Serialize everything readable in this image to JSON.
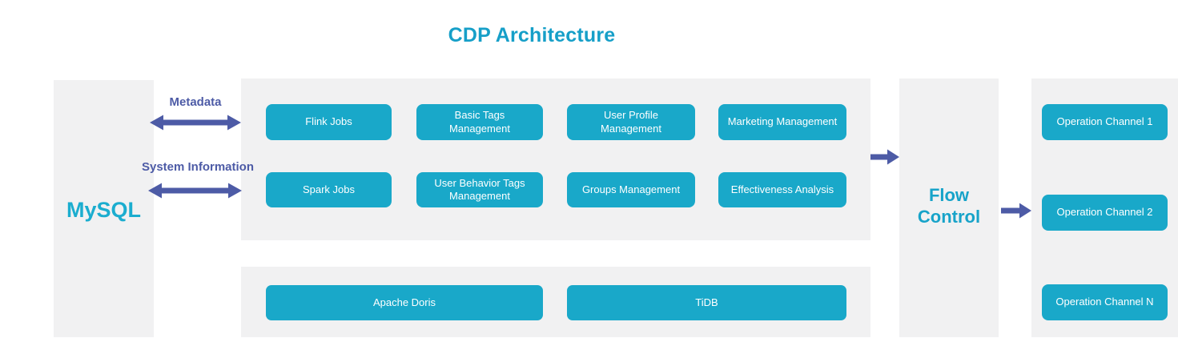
{
  "title": "CDP Architecture",
  "colors": {
    "accent_cyan": "#169fc8",
    "mysql_cyan": "#1badcf",
    "button_teal": "#19a8c9",
    "arrow_indigo": "#4d5ba6",
    "panel_gray": "#f1f1f2"
  },
  "mysql": {
    "label": "MySQL"
  },
  "links": [
    {
      "label": "Metadata"
    },
    {
      "label": "System Information"
    }
  ],
  "platform": {
    "row1": [
      "Flink Jobs",
      "Basic Tags Management",
      "User Profile Management",
      "Marketing Management"
    ],
    "row2": [
      "Spark Jobs",
      "User Behavior Tags Management",
      "Groups Management",
      "Effectiveness Analysis"
    ],
    "storage": [
      "Apache Doris",
      "TiDB"
    ]
  },
  "flow_control": {
    "label": "Flow Control"
  },
  "channels": [
    "Operation Channel 1",
    "Operation Channel 2",
    "Operation Channel N"
  ]
}
